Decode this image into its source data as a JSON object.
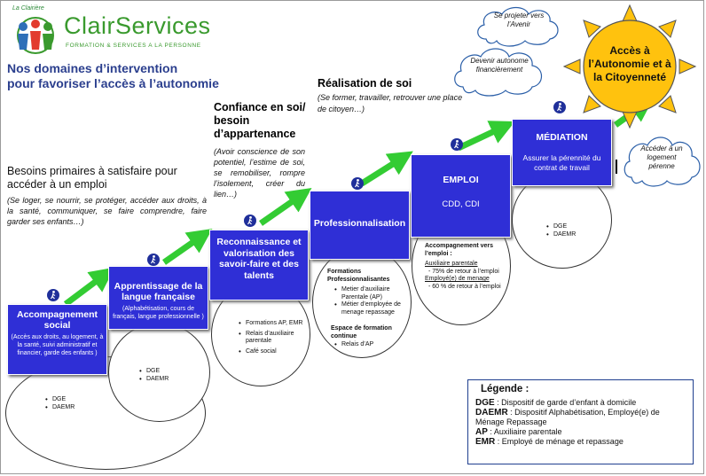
{
  "logo": {
    "arc_text": "La Clairière",
    "name": "ClairServices",
    "tagline": "FORMATION & SERVICES A LA PERSONNE"
  },
  "title": {
    "line1": "Nos domaines d’intervention",
    "line2": "pour favoriser l’accès à l’autonomie"
  },
  "colors": {
    "box_blue": "#2f2fd6",
    "arrow_green": "#33cc33",
    "title_blue": "#2b3f8e",
    "sun_yellow": "#ffc20e"
  },
  "steps": {
    "s1": {
      "title": "Besoins primaires à satisfaire pour accéder à un emploi",
      "desc": "(Se loger, se nourrir, se protéger, accéder aux droits, à la santé, communiquer, se faire comprendre, faire garder ses enfants…)",
      "box_title": "Accompagnement social",
      "box_sub": "(Accès aux droits, au logement, à la santé, suivi administratif et financier, garde des enfants )",
      "items": [
        "DGE",
        "DAEMR"
      ]
    },
    "s2": {
      "box_title": "Apprentissage de la langue française",
      "box_sub": "(Alphabétisation, cours de français, langue professionnelle )",
      "items": [
        "DGE",
        "DAEMR"
      ]
    },
    "s3": {
      "title": "Confiance en soi/ besoin d’appartenance",
      "desc": "(Avoir conscience de son potentiel, l’estime de soi, se remobiliser, rompre l’isolement, créer du lien…)",
      "box_title": "Reconnaissance et valorisation des savoir-faire et des talents",
      "items": [
        "Formations AP, EMR",
        "Relais d’auxiliaire parentale",
        "Café social"
      ]
    },
    "s4": {
      "title": "Réalisation de soi",
      "desc": "(Se former, travailler, retrouver une place de citoyen…)",
      "box_title": "Professionnalisation",
      "circle_head": "Formations Professionnalisantes",
      "items": [
        "Metier d’auxiliaire Parentale (AP)",
        "Métier d’employée de menage repassage"
      ],
      "circle_head2": "Espace de formation continue",
      "items2": [
        "Relais d’AP"
      ]
    },
    "s5": {
      "box_title": "EMPLOI",
      "box_sub": "CDD, CDI",
      "circle_head": "Accompagnement vers l’emploi :",
      "u1": "Auxiliaire parentale",
      "l1": "- 75% de retour à l’emploi",
      "u2": "Employé(e) de menage",
      "l2": "- 60 % de retour à l’emploi"
    },
    "s6": {
      "box_title": "MÉDIATION",
      "box_sub": "Assurer la pérennité du contrat de travail",
      "items": [
        "DGE",
        "DAEMR"
      ]
    }
  },
  "clouds": {
    "c1": "Se projeter vers l’Avenir",
    "c2": "Devenir autonome financièrement",
    "c3": "Accéder à un logement pérenne"
  },
  "sun": "Accès à l’Autonomie et à la Citoyenneté",
  "legend": {
    "title": "Légende :",
    "rows": [
      {
        "abbr": "DGE",
        "text": " : Dispositif de garde d’enfant à domicile"
      },
      {
        "abbr": "DAEMR",
        "text": " : Dispositif Alphabétisation, Employé(e) de Ménage Repassage"
      },
      {
        "abbr": "AP",
        "text": " : Auxiliaire parentale"
      },
      {
        "abbr": "EMR",
        "text": " : Employé de ménage et repassage"
      }
    ]
  }
}
